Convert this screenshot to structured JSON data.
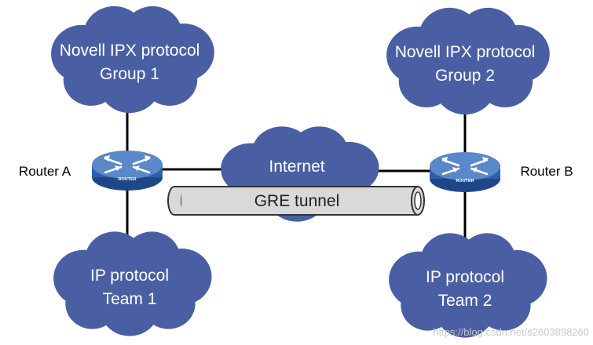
{
  "colors": {
    "cloud": "#4a5fa3",
    "cloud_edge": "#3a4d8c",
    "router_body": "#2f5fa8",
    "router_top": "#5b88c8",
    "tunnel_fill": "#d9d9d9",
    "link": "#000000"
  },
  "clouds": {
    "group1": {
      "line1": "Novell IPX protocol",
      "line2": "Group 1"
    },
    "group2": {
      "line1": "Novell IPX protocol",
      "line2": "Group 2"
    },
    "team1": {
      "line1": "IP protocol",
      "line2": "Team 1"
    },
    "team2": {
      "line1": "IP protocol",
      "line2": "Team 2"
    },
    "internet": {
      "label": "Internet"
    }
  },
  "routers": {
    "a": {
      "label": "Router A",
      "icon_text": "ROUTER",
      "icon": "router-icon"
    },
    "b": {
      "label": "Router B",
      "icon_text": "ROUTER",
      "icon": "router-icon"
    }
  },
  "tunnel": {
    "label": "GRE tunnel"
  },
  "watermark": "https://blog.csdn.net/s2603898260"
}
